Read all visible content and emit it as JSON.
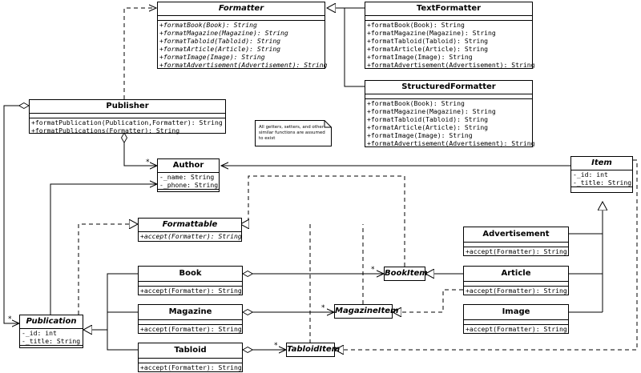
{
  "classes": {
    "formatter": {
      "name": "Formatter",
      "attributes": [],
      "methods": [
        "+formatBook(Book): String",
        "+formatMagazine(Magazine): String",
        "+formatTabloid(Tabloid): String",
        "+formatArticle(Article): String",
        "+formatImage(Image): String",
        "+formatAdvertisement(Advertisement): String"
      ]
    },
    "text_formatter": {
      "name": "TextFormatter",
      "attributes": [],
      "methods": [
        "+formatBook(Book): String",
        "+formatMagazine(Magazine): String",
        "+formatTabloid(Tabloid): String",
        "+formatArticle(Article): String",
        "+formatImage(Image): String",
        "+formatAdvertisement(Advertisement): String"
      ]
    },
    "structured_formatter": {
      "name": "StructuredFormatter",
      "attributes": [],
      "methods": [
        "+formatBook(Book): String",
        "+formatMagazine(Magazine): String",
        "+formatTabloid(Tabloid): String",
        "+formatArticle(Article): String",
        "+formatImage(Image): String",
        "+formatAdvertisement(Advertisement): String"
      ]
    },
    "publisher": {
      "name": "Publisher",
      "attributes": [],
      "methods": [
        "+formatPublication(Publication,Formatter): String",
        "+formatPublications(Formatter): String"
      ]
    },
    "author": {
      "name": "Author",
      "attributes": [
        "-_name: String",
        "-_phone: String"
      ],
      "methods": []
    },
    "item": {
      "name": "Item",
      "attributes": [
        "-_id: int",
        "-_title: String"
      ],
      "methods": []
    },
    "formattable": {
      "name": "Formattable",
      "attributes": [],
      "methods": [
        "+accept(Formatter): String"
      ]
    },
    "advertisement": {
      "name": "Advertisement",
      "attributes": [],
      "methods": [
        "+accept(Formatter): String"
      ]
    },
    "book": {
      "name": "Book",
      "attributes": [],
      "methods": [
        "+accept(Formatter): String"
      ]
    },
    "book_item": {
      "name": "BookItem",
      "attributes": [],
      "methods": []
    },
    "article": {
      "name": "Article",
      "attributes": [],
      "methods": [
        "+accept(Formatter): String"
      ]
    },
    "magazine": {
      "name": "Magazine",
      "attributes": [],
      "methods": [
        "+accept(Formatter): String"
      ]
    },
    "magazine_item": {
      "name": "MagazineItem",
      "attributes": [],
      "methods": []
    },
    "image": {
      "name": "Image",
      "attributes": [],
      "methods": [
        "+accept(Formatter): String"
      ]
    },
    "publication": {
      "name": "Publication",
      "attributes": [
        "-_id: int",
        "-_title: String"
      ],
      "methods": []
    },
    "tabloid": {
      "name": "Tabloid",
      "attributes": [],
      "methods": [
        "+accept(Formatter): String"
      ]
    },
    "tabloid_item": {
      "name": "TabloidItem",
      "attributes": [],
      "methods": []
    }
  },
  "note": {
    "lines": [
      "All getters, setters, and other",
      "similar functions are assumed",
      "to exist"
    ]
  },
  "multiplicities": {
    "author": "*",
    "publication": "*",
    "book_item": "*",
    "magazine_item": "*",
    "tabloid_item": "*"
  }
}
